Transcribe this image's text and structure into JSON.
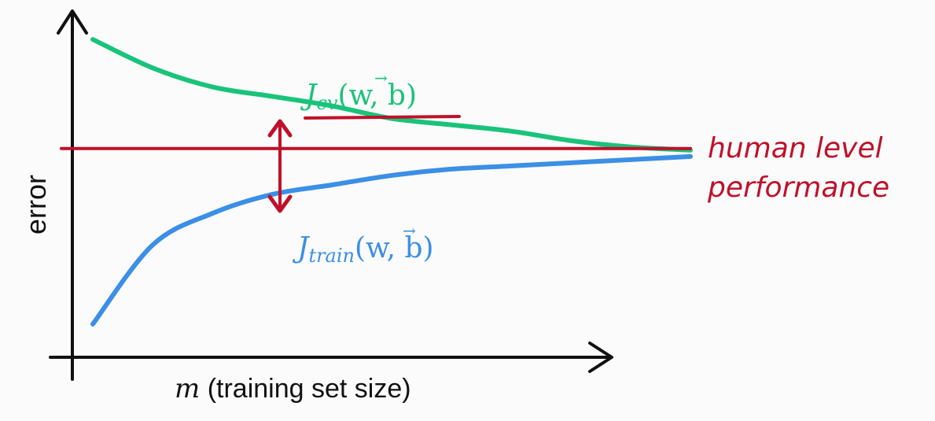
{
  "chart_data": {
    "type": "line",
    "xlabel": "m (training set size)",
    "ylabel": "error",
    "series": [
      {
        "name": "Jcv(w, b)",
        "color": "#19c37a",
        "values": [
          95,
          86,
          80,
          77,
          74,
          70,
          68,
          66,
          63,
          61,
          60
        ]
      },
      {
        "name": "Jtrain(w, b)",
        "color": "#3b8fe6",
        "values": [
          5,
          30,
          40,
          46,
          49,
          52,
          54,
          55,
          56,
          57,
          58
        ]
      },
      {
        "name": "human level performance",
        "color": "#c0102a",
        "values": [
          60,
          60,
          60,
          60,
          60,
          60,
          60,
          60,
          60,
          60,
          60
        ]
      }
    ],
    "x": [
      0,
      1,
      2,
      3,
      4,
      5,
      6,
      7,
      8,
      9,
      10
    ],
    "ylim": [
      0,
      100
    ],
    "grid": false,
    "annotations": {
      "cv_label_main": "J",
      "cv_label_sub": "cv",
      "train_label_main": "J",
      "train_label_sub": "train",
      "args": "(w, b)",
      "vector_arrow": "→",
      "human_line1": "human level",
      "human_line2": "performance",
      "m_symbol": "m",
      "x_rest": " (training set size)"
    }
  }
}
